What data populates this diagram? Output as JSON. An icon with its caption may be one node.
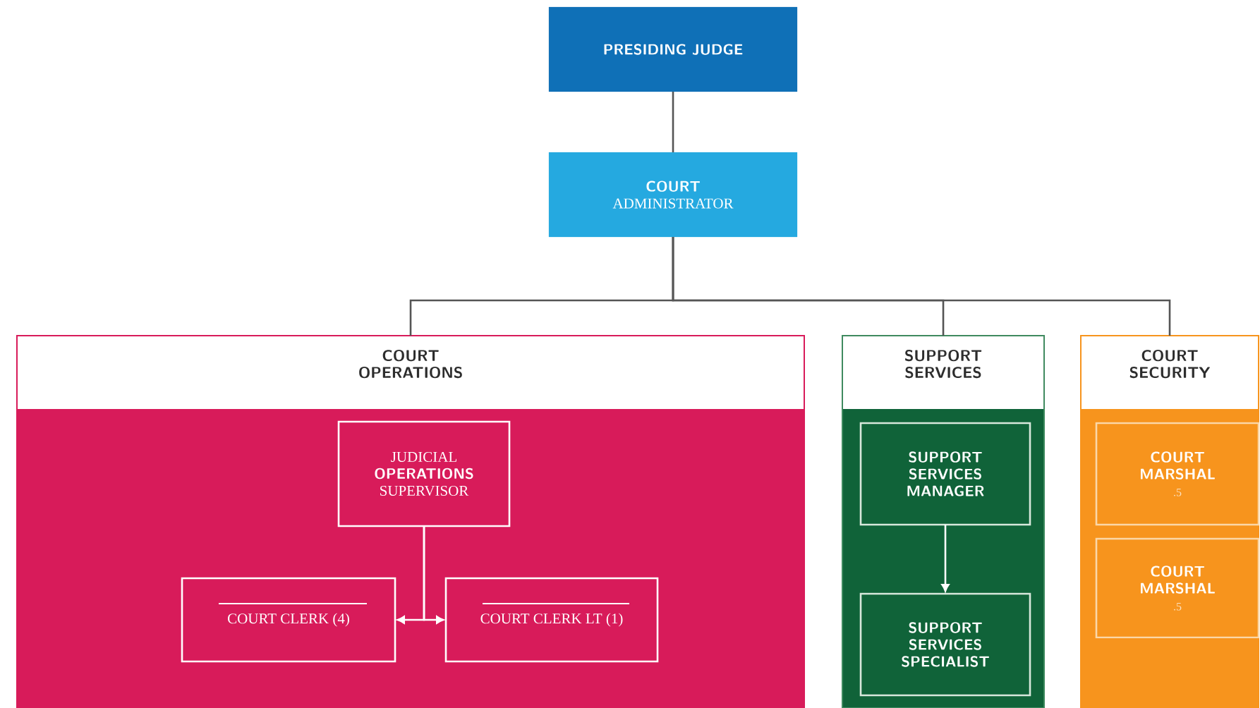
{
  "diagram": {
    "nodes": [
      {
        "text": [
          "PRESIDING JUDGE"
        ]
      },
      {
        "text": [
          "COURT",
          "ADMINISTRATOR"
        ]
      },
      {
        "text": [
          "COURT OPERATIONS"
        ]
      },
      {
        "text": [
          "JUDICIAL",
          "OPERATIONS",
          "SUPERVISOR"
        ],
        "in": 2
      },
      {
        "text": [
          "COURT CLERK (4)"
        ],
        "in": 2
      },
      {
        "text": [
          "COURT CLERK LT (1)"
        ],
        "in": 2
      },
      {
        "text": [
          "SUPPORT SERVICES"
        ]
      },
      {
        "text": [
          "SUPPORT SERVICES MANAGER"
        ],
        "in": 6
      },
      {
        "text": [
          "SUPPORT SERVICES SPECIALIST"
        ],
        "in": 6
      },
      {
        "text": [
          "COURT SECURITY"
        ]
      },
      {
        "text": [
          "COURT MARSHAL",
          ".5"
        ],
        "in": 9
      },
      {
        "text": [
          "COURT MARSHAL",
          ".5"
        ],
        "in": 9
      }
    ],
    "edges": [
      {
        "from": 0,
        "to": 1,
        "arrow": "none"
      },
      {
        "from": 1,
        "to": 2,
        "arrow": "none"
      },
      {
        "from": 1,
        "to": 6,
        "arrow": "none"
      },
      {
        "from": 1,
        "to": 9,
        "arrow": "none"
      },
      {
        "from": 3,
        "to": 4,
        "arrow": "to",
        "color": "#ffffff"
      },
      {
        "from": 3,
        "to": 5,
        "arrow": "to",
        "color": "#ffffff"
      },
      {
        "from": 7,
        "to": 8,
        "arrow": "to",
        "color": "#ffffff"
      }
    ]
  }
}
